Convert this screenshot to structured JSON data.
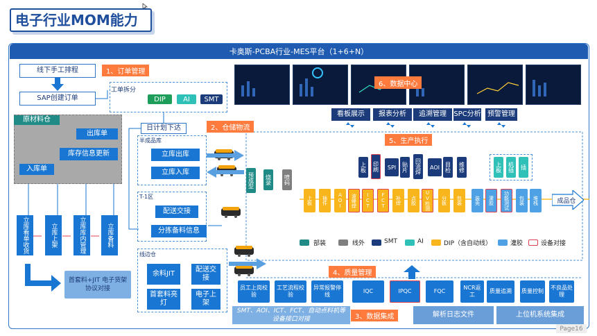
{
  "title": "电子行业MOM能力",
  "platform_title": "卡奥斯-PCBA行业-MES平台（1+6+N）",
  "page_number": "Page16",
  "sections": {
    "order": "1、订单管理",
    "warehouse": "2、仓储物流",
    "data_collect": "3、数据集成",
    "quality": "4、质量管理",
    "production": "5、生产执行",
    "data_center": "6、数据中心"
  },
  "order_flow": {
    "offline": "线下手工排程",
    "sap": "SAP创建订单",
    "split": "工单拆分",
    "split_items": [
      "DIP",
      "AI",
      "SMT"
    ],
    "daily_plan": "日计划下达"
  },
  "raw_warehouse": {
    "label": "原材料仓",
    "out": "出库单",
    "update": "库存信息更新",
    "in": "入库单"
  },
  "vertical_steps": [
    "立库看单收货",
    "立库上架",
    "立库库内管理",
    "立库备料"
  ],
  "bottom_left": {
    "kit": "首套料+JIT 电子货架协议对接"
  },
  "semi_area": {
    "label": "半成品库",
    "out": "立库出库",
    "in": "立库入库"
  },
  "t1_area": {
    "label": "T-1区",
    "deliver": "配送交接",
    "sort": "分拣备料信息"
  },
  "line_area": {
    "label": "线边仓",
    "remaining": "余料JIT",
    "deliver": "配送交接",
    "first_kit": "首套料亮灯",
    "elec_shelf": "电子上架"
  },
  "pre_steps": [
    "预成型",
    "烧录",
    "喷码"
  ],
  "smt_top": [
    "上板",
    "印刷",
    "SPI",
    "贴片",
    "回流焊",
    "AOI",
    "目检",
    "维修"
  ],
  "smt_top_right": [
    "上板",
    "机插",
    "插"
  ],
  "dip_row": [
    "上板",
    "插件",
    "AOI",
    "波峰焊",
    "ICT",
    "FCT",
    "补焊",
    "点胶",
    "UV检测",
    "分板",
    "包装",
    "装壳",
    "灌胶",
    "功能测试",
    "包装",
    "堆栈"
  ],
  "finished": "成品仓",
  "legend": [
    "部装",
    "线外",
    "SMT",
    "AI",
    "DIP（含自动线）",
    "灌胶",
    "设备对接"
  ],
  "data_center_tabs": [
    "看板展示",
    "报表分析",
    "追溯管理",
    "SPC分析",
    "预警管理"
  ],
  "quality_items": [
    "员工上岗校验",
    "工艺流程校验",
    "异常报警停线",
    "IQC",
    "IPQC",
    "FQC",
    "NCR返工",
    "质量追溯",
    "质量控制",
    "不良品处理"
  ],
  "data_integration": {
    "devices": "SMT、AOI、ICT、FCT、自动点料机等设备接口对接",
    "log": "解析日志文件",
    "host": "上位机系统集成"
  },
  "colors": {
    "brand": "#1f5bb0",
    "accent": "#ff7a3d",
    "dip": "#f9b51c",
    "glue": "#4ea1e4",
    "assembly": "#1f8a86",
    "offline": "#7f7f7f",
    "smt": "#1b3b7a",
    "ai": "#2fc1b8",
    "device": "#e0414f"
  }
}
